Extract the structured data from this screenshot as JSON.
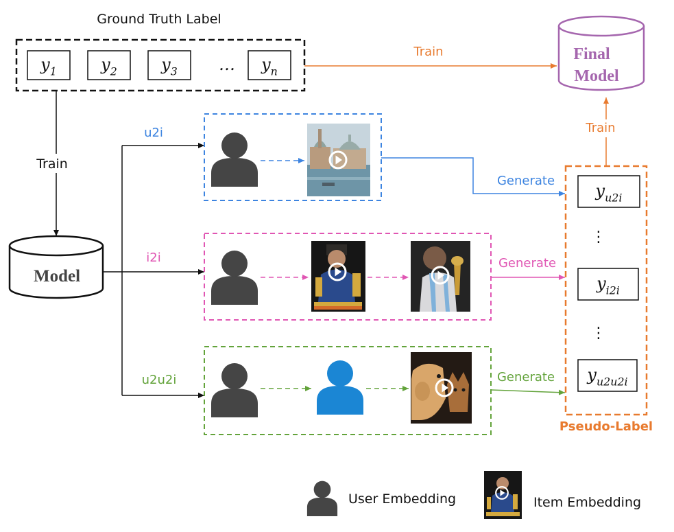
{
  "ground_truth": {
    "title": "Ground Truth Label",
    "labels": [
      {
        "base": "y",
        "sub": "1"
      },
      {
        "base": "y",
        "sub": "2"
      },
      {
        "base": "y",
        "sub": "3"
      },
      {
        "base": "…",
        "sub": ""
      },
      {
        "base": "y",
        "sub": "n"
      }
    ]
  },
  "edges": {
    "train_top": "Train",
    "train_left": "Train",
    "train_right": "Train",
    "u2i": "u2i",
    "i2i": "i2i",
    "u2u2i": "u2u2i",
    "generate_u2i": "Generate",
    "generate_i2i": "Generate",
    "generate_u2u2i": "Generate"
  },
  "nodes": {
    "model": "Model",
    "final_model_line1": "Final",
    "final_model_line2": "Model"
  },
  "pseudo_label": {
    "caption": "Pseudo-Label",
    "labels": [
      {
        "base": "y",
        "sub": "u2i"
      },
      {
        "base": "y",
        "sub": "i2i"
      },
      {
        "base": "y",
        "sub": "u2u2i"
      }
    ],
    "dots": "⋮"
  },
  "legend": {
    "user": "User Embedding",
    "item": "Item Embedding"
  },
  "colors": {
    "orange": "#E87A2E",
    "blue": "#3D84E0",
    "pink": "#E056B3",
    "green": "#63A33B",
    "purple": "#A566AE",
    "user_gray": "#454545",
    "user_blue": "#1B86D4",
    "item_icons": [
      "venice-photo-icon",
      "basketball-champion-photo-icon",
      "soccer-trophy-photo-icon",
      "dog-and-cat-photo-icon"
    ]
  }
}
